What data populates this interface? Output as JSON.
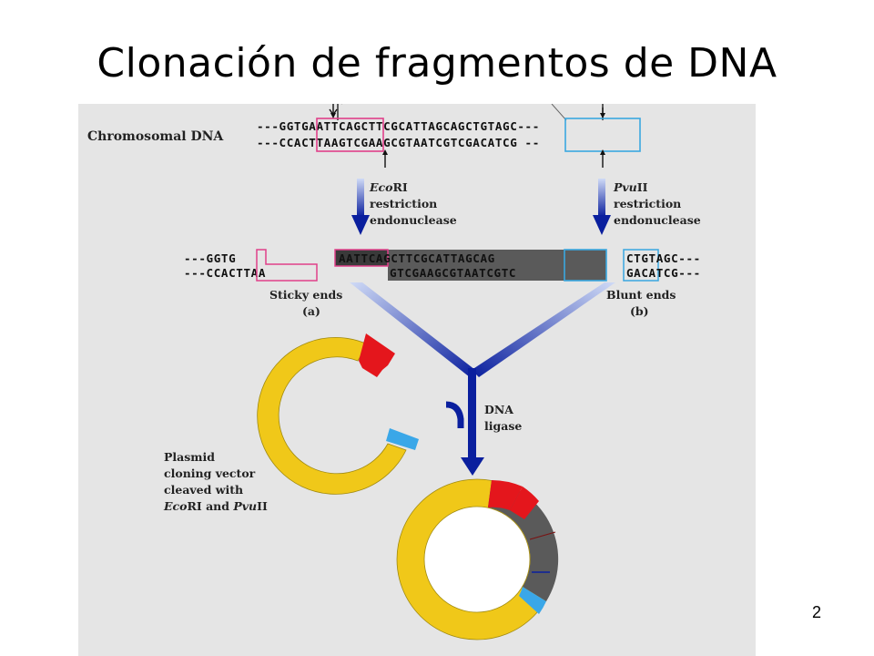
{
  "slide": {
    "title": "Clonación de fragmentos de DNA",
    "page_number": "2"
  },
  "diagram": {
    "chromosomal_label": "Chromosomal DNA",
    "chrom_top": "---GGTGAATTCAGCTTCGCATTAGCAGCTGTAGC---",
    "chrom_bottom": "---CCACTTAAGTCGAAGCGTAATCGTCGACATCG --",
    "ecori": {
      "name_italic": "Eco",
      "name_rest": "RI",
      "line2": "restriction",
      "line3": "endonuclease"
    },
    "pvuii": {
      "name_italic": "Pvu",
      "name_rest": "II",
      "line2": "restriction",
      "line3": "endonuclease"
    },
    "frag_left_top": "---GGTG",
    "frag_left_bottom": "---CCACTTAA",
    "frag_mid_top": "AATTCAGCTTCGCATTAGCAG",
    "frag_mid_bottom": "GTCGAAGCGTAATCGTC",
    "frag_right_top": "CTGTAGC---",
    "frag_right_bottom": "GACATCG---",
    "sticky_label": "Sticky ends",
    "sticky_sub": "(a)",
    "blunt_label": "Blunt ends",
    "blunt_sub": "(b)",
    "ligase_line1": "DNA",
    "ligase_line2": "ligase",
    "plasmid_line1": "Plasmid",
    "plasmid_line2": "cloning vector",
    "plasmid_line3": "cleaved with",
    "plasmid_line4_a_italic": "Eco",
    "plasmid_line4_b": "RI and ",
    "plasmid_line4_c_italic": "Pvu",
    "plasmid_line4_d": "II",
    "colors": {
      "ecori_box": "#e0408a",
      "pvuii_box": "#3aa7e0",
      "arrow_blue": "#0a1f9e",
      "plasmid_yellow": "#f0c819",
      "insert_gray": "#5a5a5a",
      "sticky_red": "#e4161c",
      "blunt_blue": "#3aa7e8"
    }
  }
}
